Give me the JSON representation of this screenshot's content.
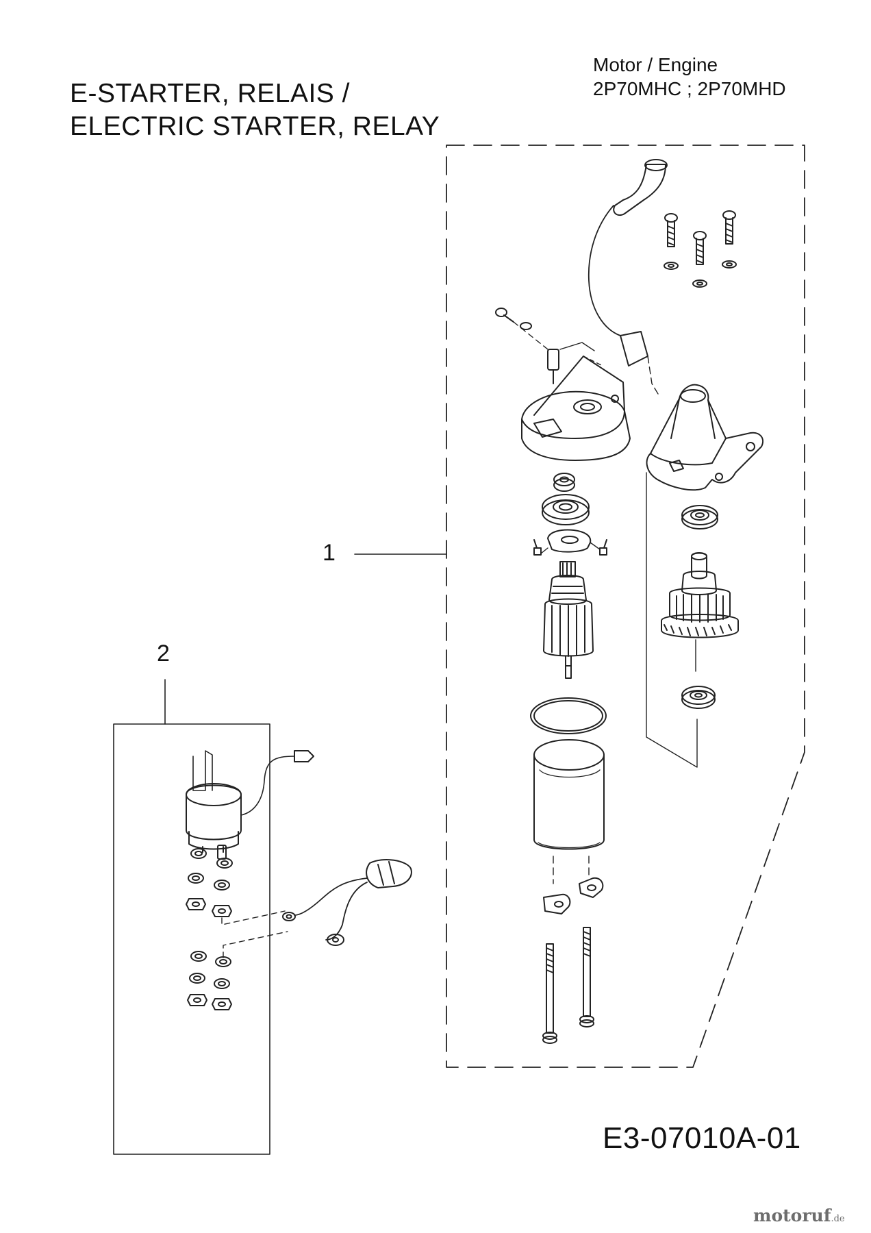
{
  "title": {
    "line1": "E-STARTER, RELAIS /",
    "line2": "ELECTRIC STARTER, RELAY"
  },
  "engine": {
    "line1": "Motor / Engine",
    "line2": "2P70MHC ; 2P70MHD"
  },
  "callouts": [
    {
      "label": "1"
    },
    {
      "label": "2"
    }
  ],
  "drawing_code": "E3-07010A-01",
  "watermark": {
    "name": "motoruf",
    "tld": ".de"
  }
}
